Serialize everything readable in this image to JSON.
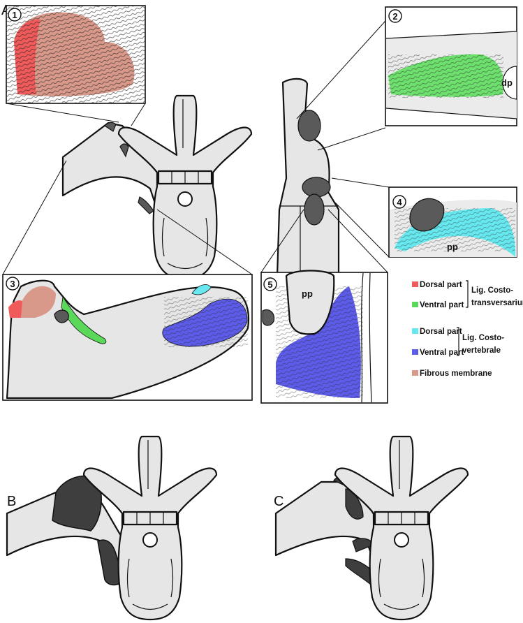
{
  "panels": {
    "a": "A",
    "b": "B",
    "c": "C"
  },
  "insets": [
    {
      "number": "1"
    },
    {
      "number": "2",
      "label": "dp"
    },
    {
      "number": "3"
    },
    {
      "number": "4",
      "label": "pp"
    },
    {
      "number": "5",
      "label": "pp"
    }
  ],
  "legend": {
    "items": [
      {
        "label": "Dorsal part",
        "color": "#f05a5a"
      },
      {
        "label": "Ventral part",
        "color": "#5ad85a"
      },
      {
        "label": "Dorsal part",
        "color": "#66e8ee"
      },
      {
        "label": "Ventral part",
        "color": "#5c5ce8"
      },
      {
        "label": "Fibrous membrane",
        "color": "#d9998a"
      }
    ],
    "groups": [
      {
        "line1": "Lig. Costo-",
        "line2": "transversarium"
      },
      {
        "line1": "Lig. Costo-",
        "line2": "vertebrale"
      }
    ]
  }
}
